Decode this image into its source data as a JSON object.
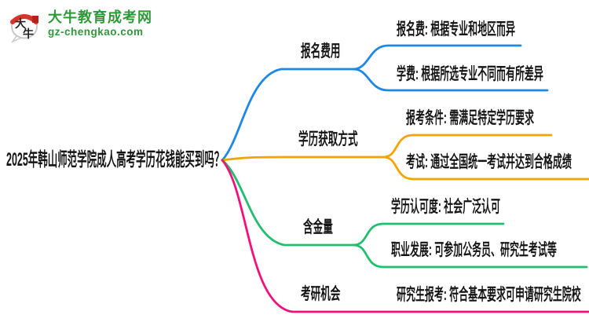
{
  "site": {
    "name": "大牛教育成考网",
    "url": "gz-chengkao.com",
    "logo_mark_chars": [
      "大",
      "牛"
    ],
    "brand_color": "#2e9939"
  },
  "mindmap": {
    "root_topic": "2025年韩山师范学院成人高考学历花钱能买到吗？",
    "branches": [
      {
        "label": "报名费用",
        "color": "#1e88e5",
        "children": [
          {
            "label": "报名费: 根据专业和地区而异"
          },
          {
            "label": "学费: 根据所选专业不同而有所差异"
          }
        ]
      },
      {
        "label": "学历获取方式",
        "color": "#f5a300",
        "children": [
          {
            "label": "报考条件: 需满足特定学历要求"
          },
          {
            "label": "考试: 通过全国统一考试并达到合格成绩"
          }
        ]
      },
      {
        "label": "含金量",
        "color": "#22bd6e",
        "children": [
          {
            "label": "学历认可度: 社会广泛认可"
          },
          {
            "label": "职业发展: 可参加公务员、研究生考试等"
          }
        ]
      },
      {
        "label": "考研机会",
        "color": "#f2117c",
        "children": [
          {
            "label": "研究生报考: 符合基本要求可申请研究生院校"
          }
        ]
      }
    ]
  }
}
